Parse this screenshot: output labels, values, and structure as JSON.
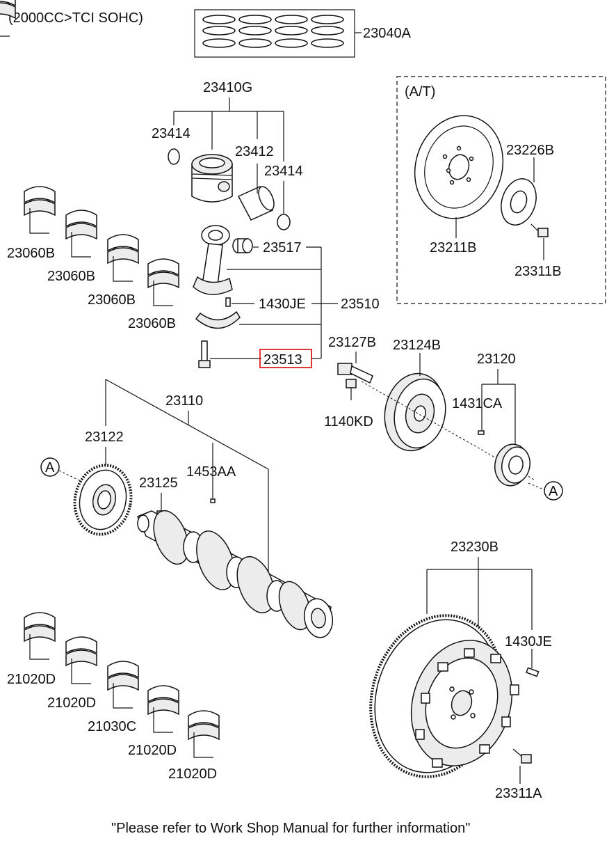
{
  "header": {
    "engine_note": "(2000CC>TCI SOHC)"
  },
  "inset": {
    "label": "(A/T)"
  },
  "parts": {
    "p23040A": "23040A",
    "p23410G": "23410G",
    "p23414a": "23414",
    "p23412": "23412",
    "p23414b": "23414",
    "p23517": "23517",
    "p1430JE_a": "1430JE",
    "p23510": "23510",
    "p23513": "23513",
    "p23060B_1": "23060B",
    "p23060B_2": "23060B",
    "p23060B_3": "23060B",
    "p23060B_4": "23060B",
    "p23226B": "23226B",
    "p23211B": "23211B",
    "p23311B": "23311B",
    "p23127B": "23127B",
    "p23124B": "23124B",
    "p23120": "23120",
    "p1431CA": "1431CA",
    "p1140KD": "1140KD",
    "p23110": "23110",
    "p23122": "23122",
    "p1453AA": "1453AA",
    "p23125": "23125",
    "p23230B": "23230B",
    "p1430JE_b": "1430JE",
    "p23311A": "23311A",
    "p21020D_1": "21020D",
    "p21020D_2": "21020D",
    "p21030C": "21030C",
    "p21020D_3": "21020D",
    "p21020D_4": "21020D"
  },
  "markers": {
    "a_left": "A",
    "a_right": "A"
  },
  "highlight": {
    "part": "23513",
    "color": "#e02020"
  },
  "footer": {
    "note": "\"Please refer to Work Shop Manual for further information\""
  }
}
